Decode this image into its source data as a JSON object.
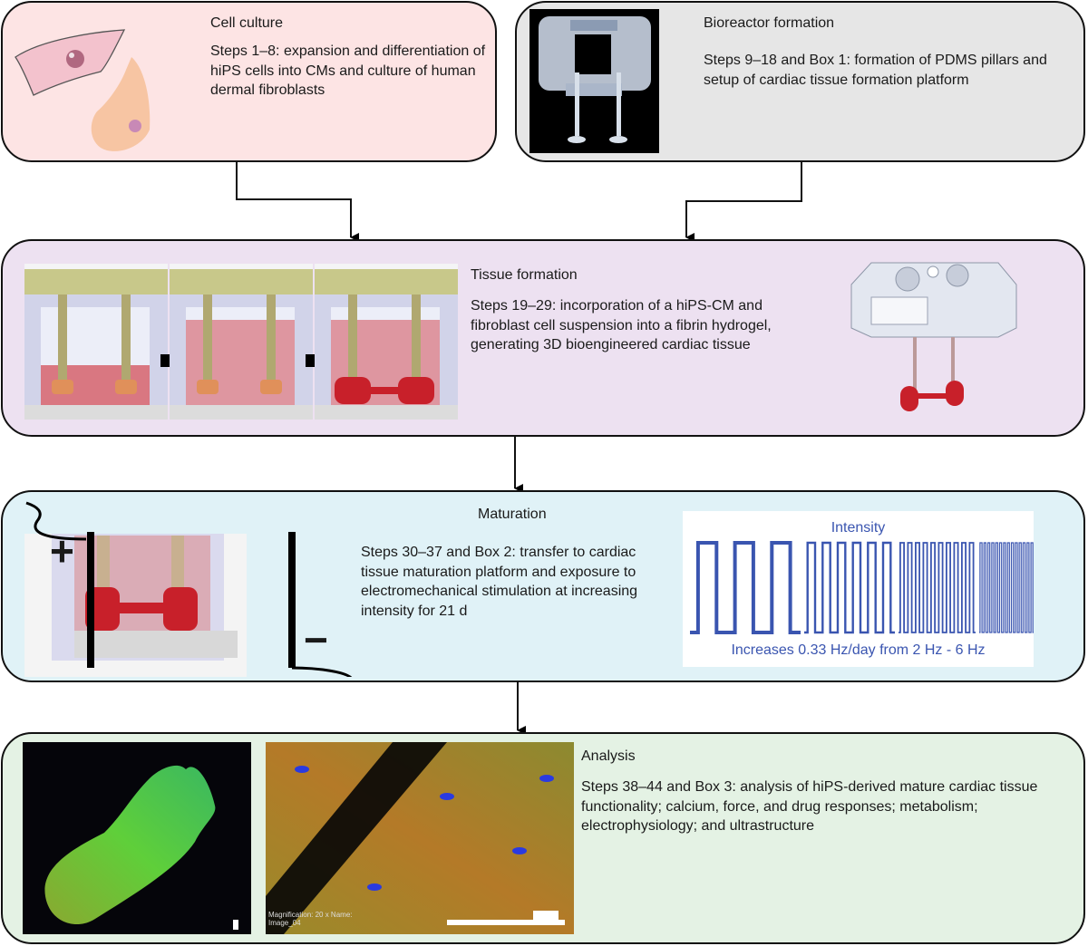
{
  "stages": {
    "cell_culture": {
      "title": "Cell culture",
      "description": "Steps 1–8: expansion and differentiation of hiPS cells into CMs and culture of human dermal fibroblasts",
      "color": "#fde4e4"
    },
    "bioreactor": {
      "title": "Bioreactor formation",
      "description": "Steps 9–18 and Box 1: formation of PDMS pillars and setup of cardiac  tissue formation platform",
      "color": "#e6e6e6"
    },
    "tissue_formation": {
      "title": "Tissue formation",
      "description": "Steps 19–29: incorporation of a hiPS-CM and fibroblast cell suspension into a fibrin hydrogel, generating 3D bioengineered cardiac tissue",
      "color": "#ede1f1"
    },
    "maturation": {
      "title": "Maturation",
      "description": "Steps 30–37 and Box 2: transfer to cardiac tissue maturation platform and exposure to electromechanical stimulation at increasing intensity for 21 d",
      "color": "#e0f2f7",
      "electrode_plus": "+",
      "electrode_minus": "−",
      "intensity_panel": {
        "title": "Intensity",
        "caption": "Increases 0.33 Hz/day from 2 Hz - 6 Hz",
        "color": "#3a55b0",
        "pulse_groups": [
          3,
          6,
          10,
          22
        ]
      }
    },
    "analysis": {
      "title": "Analysis",
      "description": "Steps 38–44 and Box 3: analysis of hiPS-derived mature cardiac tissue functionality; calcium, force, and drug responses; metabolism; electrophysiology; and ultrastructure",
      "color": "#e4f2e4",
      "micrograph_overlay": "Magnification: 20 x   Name:   Image_04"
    }
  },
  "flow": [
    {
      "from": "Cell culture",
      "to": "Tissue formation"
    },
    {
      "from": "Bioreactor formation",
      "to": "Tissue formation"
    },
    {
      "from": "Tissue formation",
      "to": "Maturation"
    },
    {
      "from": "Maturation",
      "to": "Analysis"
    }
  ]
}
